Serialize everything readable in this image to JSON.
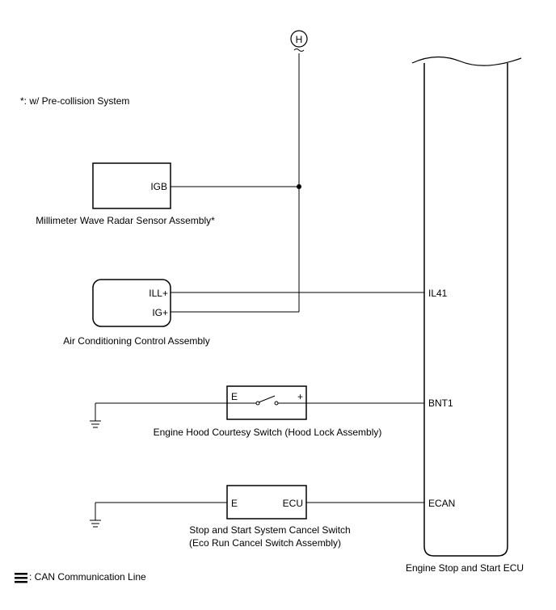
{
  "note": "*: w/ Pre-collision System",
  "connector": {
    "label": "H"
  },
  "components": {
    "radar": {
      "pin": "IGB",
      "name": "Millimeter Wave Radar Sensor Assembly*"
    },
    "ac": {
      "pin_ill": "ILL+",
      "pin_ig": "IG+",
      "name": "Air Conditioning Control Assembly"
    },
    "hood": {
      "pin_e": "E",
      "pin_plus": "+",
      "name": "Engine Hood Courtesy Switch (Hood Lock Assembly)"
    },
    "cancel": {
      "pin_e": "E",
      "pin_ecu": "ECU",
      "name_line1": "Stop and Start System Cancel Switch",
      "name_line2": "(Eco Run Cancel Switch Assembly)"
    },
    "ecu": {
      "pin_il41": "IL41",
      "pin_bnt1": "BNT1",
      "pin_ecan": "ECAN",
      "name": "Engine Stop and Start ECU"
    }
  },
  "legend": {
    "label": ": CAN Communication Line"
  }
}
